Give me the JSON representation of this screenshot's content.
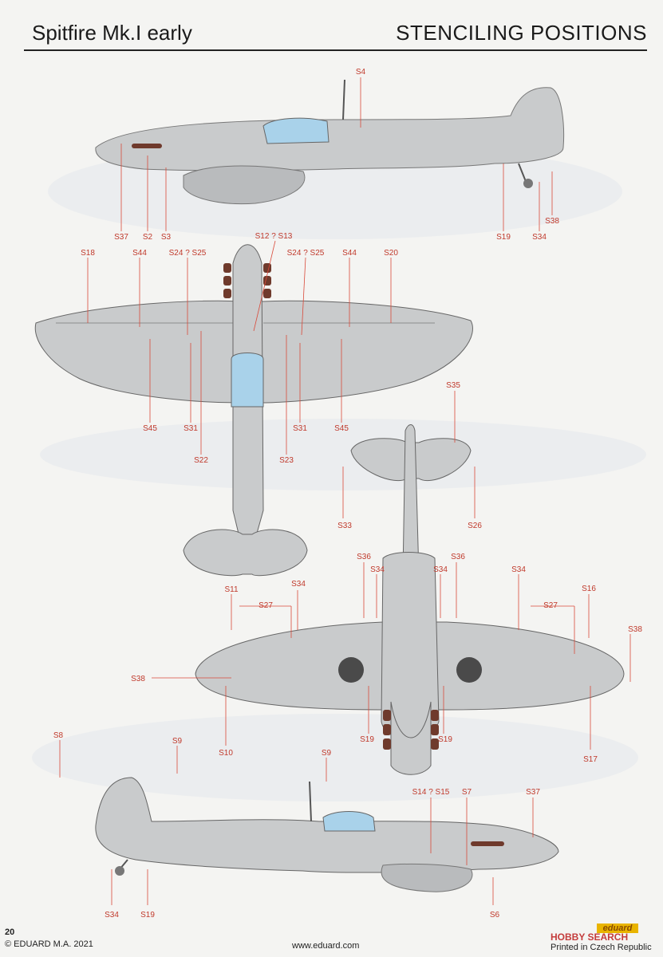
{
  "header": {
    "title_left": "Spitfire Mk.I early",
    "title_right": "STENCILING POSITIONS"
  },
  "footer": {
    "page_number": "20",
    "copyright": "© EDUARD M.A. 2021",
    "website": "www.eduard.com",
    "printed": "Printed in Czech Republic",
    "brand_logo": "eduard",
    "watermark": "HOBBY SEARCH"
  },
  "colors": {
    "aircraft_grey": "#c9cbcc",
    "canopy_blue": "#a9d2ea",
    "exhaust_brown": "#6f3a2c",
    "label_red": "#c0392b",
    "leader_line": "#d94a3a"
  },
  "callouts": {
    "side_top": [
      "S4",
      "S37",
      "S2",
      "S3",
      "S19",
      "S34",
      "S38"
    ],
    "wing_top": [
      "S18",
      "S44",
      "S24 ? S25",
      "S12 ? S13",
      "S24 ? S25",
      "S44",
      "S20",
      "S45",
      "S31",
      "S22",
      "S31",
      "S45",
      "S23"
    ],
    "tailplane_top": [
      "S35",
      "S33",
      "S26"
    ],
    "wing_bottom": [
      "S36",
      "S34",
      "S36",
      "S34",
      "S11",
      "S27",
      "S34",
      "S34",
      "S16",
      "S27",
      "S38",
      "S38",
      "S10",
      "S19",
      "S19",
      "S17"
    ],
    "side_bottom": [
      "S8",
      "S9",
      "S9",
      "S14 ? S15",
      "S7",
      "S37",
      "S34",
      "S19",
      "S6"
    ]
  }
}
